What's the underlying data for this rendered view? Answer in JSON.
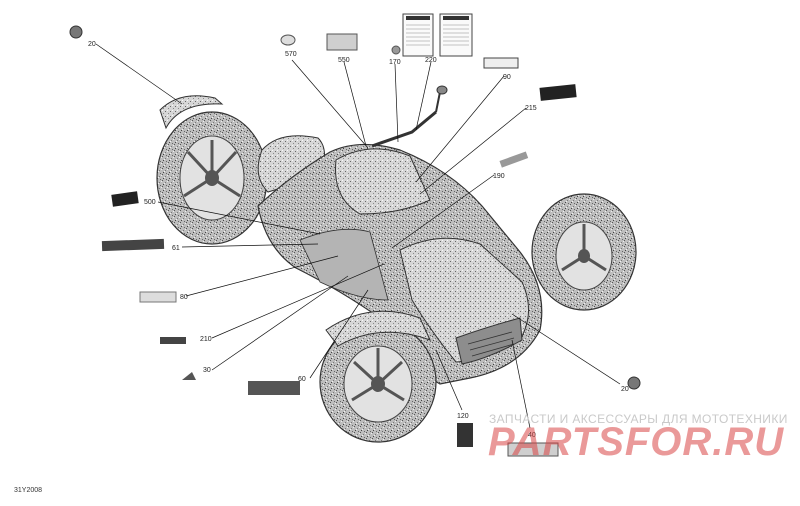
{
  "diagram": {
    "callouts": [
      {
        "id": "c20a",
        "label": "20"
      },
      {
        "id": "c570",
        "label": "570"
      },
      {
        "id": "c550",
        "label": "550"
      },
      {
        "id": "c170",
        "label": "170"
      },
      {
        "id": "c220",
        "label": "220"
      },
      {
        "id": "c90",
        "label": "90"
      },
      {
        "id": "c215",
        "label": "215"
      },
      {
        "id": "c190",
        "label": "190"
      },
      {
        "id": "c500",
        "label": "500"
      },
      {
        "id": "c61",
        "label": "61"
      },
      {
        "id": "c80",
        "label": "80"
      },
      {
        "id": "c210",
        "label": "210"
      },
      {
        "id": "c30",
        "label": "30"
      },
      {
        "id": "c60",
        "label": "60"
      },
      {
        "id": "c20b",
        "label": "20"
      },
      {
        "id": "c120",
        "label": "120"
      },
      {
        "id": "c40",
        "label": "40"
      }
    ],
    "figure_code": "31Y2008"
  },
  "watermark": {
    "tagline": "ЗАПЧАСТИ И АКСЕССУАРЫ ДЛЯ МОТОТЕХНИКИ",
    "logo_text": "PARTSFOR.RU"
  }
}
